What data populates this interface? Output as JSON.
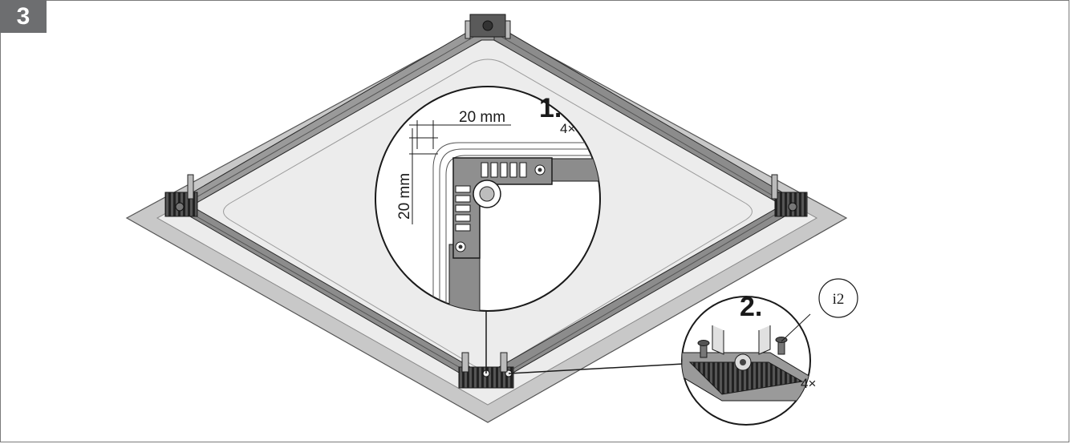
{
  "figure": {
    "step_number": "3",
    "step1": {
      "label": "1.",
      "count": "4×",
      "dim_horizontal": "20 mm",
      "dim_vertical": "20 mm"
    },
    "step2": {
      "label": "2.",
      "count": "4×",
      "part_ref": "i2"
    }
  },
  "colors": {
    "badge": "#6d6e70",
    "plate": "#c8c8c8",
    "frame_rail": "#8c8c8c",
    "dark_part": "#3a3a3a",
    "line": "#1a1a1a"
  }
}
